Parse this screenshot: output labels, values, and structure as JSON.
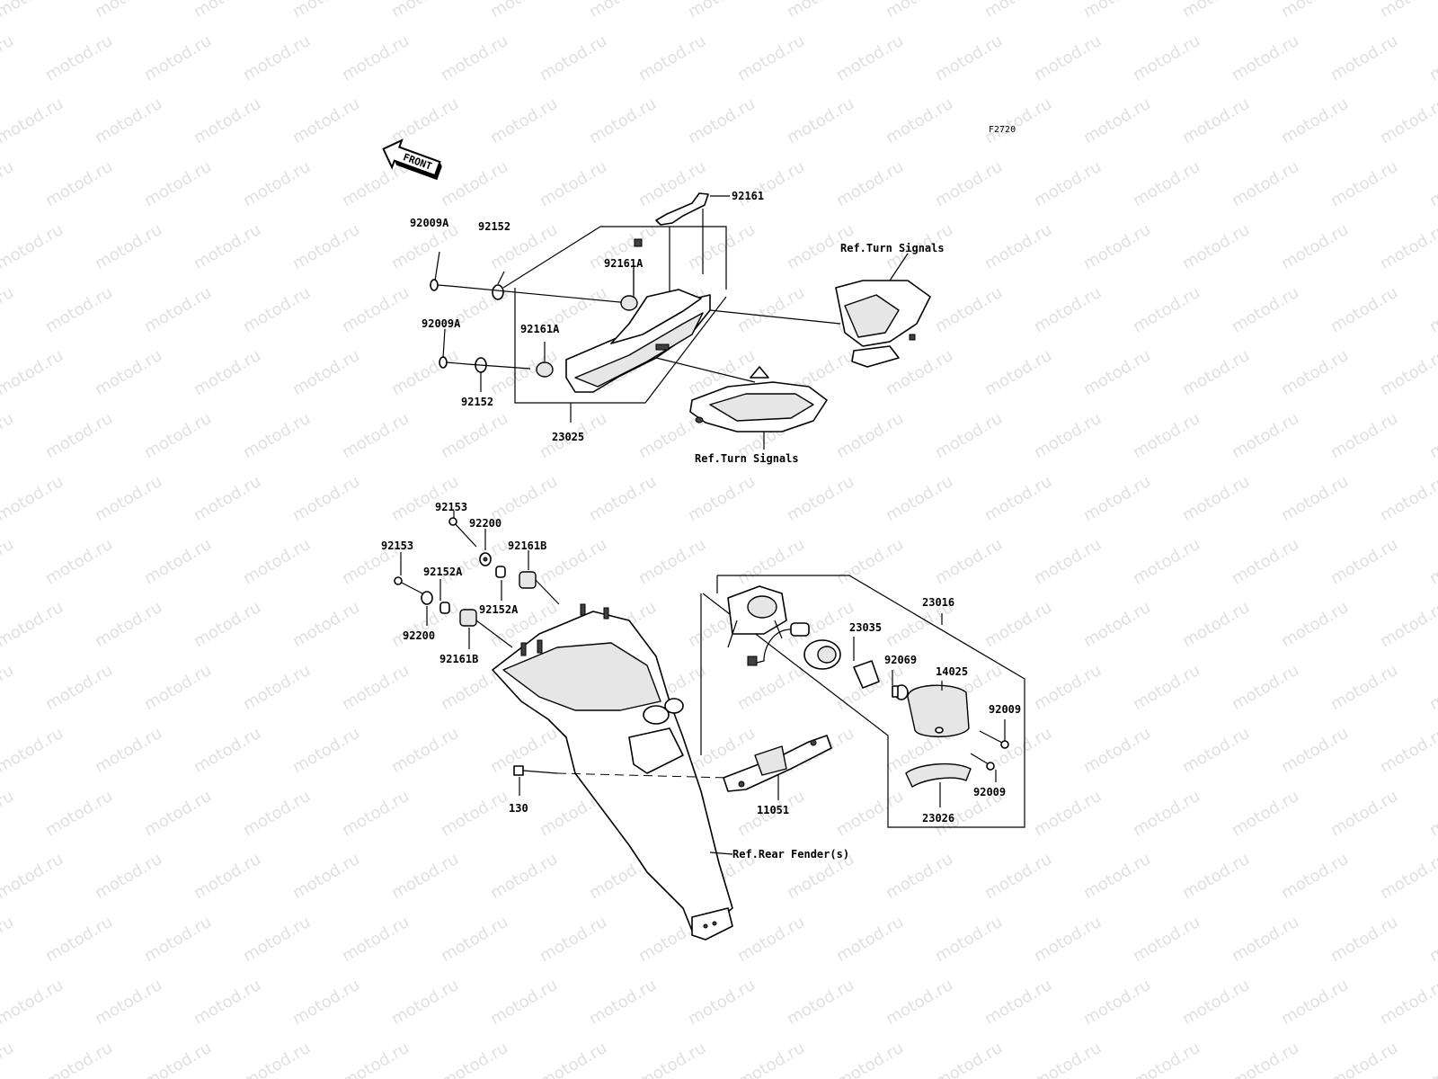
{
  "watermark": "motod.ru",
  "figure_code": "F2720",
  "front_label": "FRONT",
  "labels": {
    "p92161": "92161",
    "p92009A_1": "92009A",
    "p92152_1": "92152",
    "p92161A_1": "92161A",
    "ref_turn_signals_1": "Ref.Turn Signals",
    "p92009A_2": "92009A",
    "p92161A_2": "92161A",
    "p92152_2": "92152",
    "p23025": "23025",
    "ref_turn_signals_2": "Ref.Turn Signals",
    "p92153_1": "92153",
    "p92200_1": "92200",
    "p92153_2": "92153",
    "p92161B_1": "92161B",
    "p92152A_1": "92152A",
    "p92152A_2": "92152A",
    "p92200_2": "92200",
    "p92161B_2": "92161B",
    "p23016": "23016",
    "p23035": "23035",
    "p92069": "92069",
    "p14025": "14025",
    "p92009_1": "92009",
    "p92009_2": "92009",
    "p130": "130",
    "p11051": "11051",
    "p23026": "23026",
    "ref_rear_fender": "Ref.Rear Fender(s)"
  }
}
